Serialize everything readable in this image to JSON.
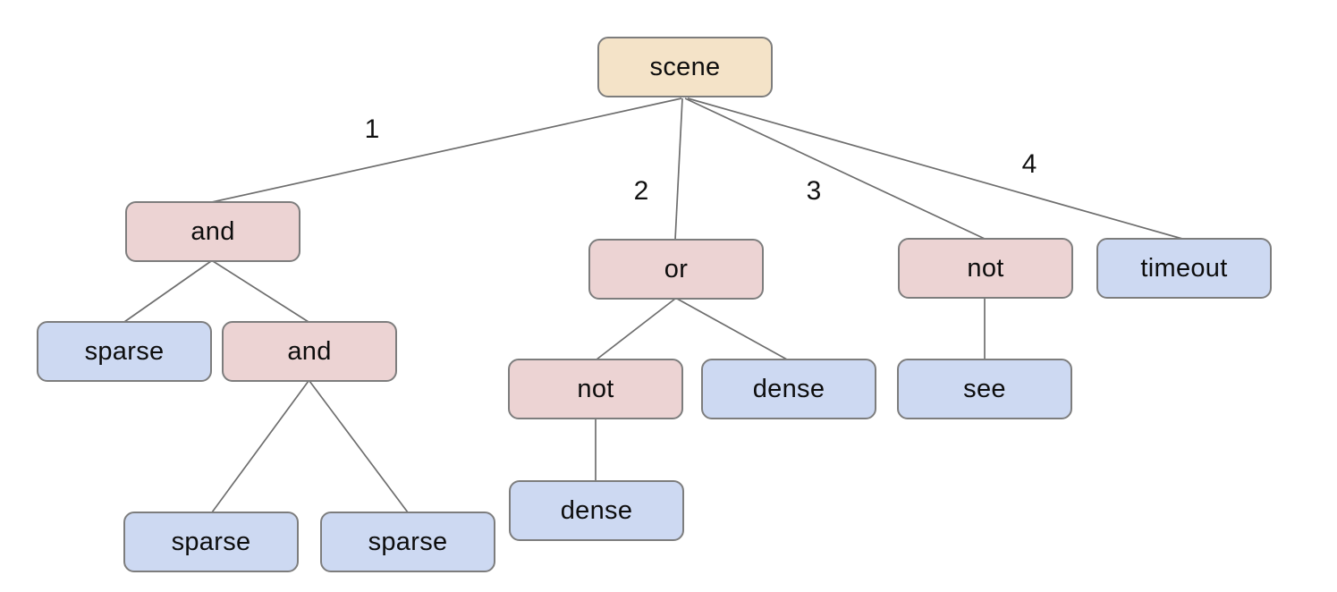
{
  "diagram": {
    "type": "tree",
    "description": "Behavior/parse tree rooted at scene with numbered branches",
    "colors": {
      "root_fill": "#f4e3c8",
      "operator_fill": "#ecd3d3",
      "leaf_fill": "#cdd9f2",
      "node_border": "#7d7d7d",
      "edge_stroke": "#6e6e6e",
      "text": "#0d0d0d",
      "background": "#ffffff"
    },
    "nodes": [
      {
        "id": "scene",
        "label": "scene",
        "kind": "root"
      },
      {
        "id": "and-1",
        "label": "and",
        "kind": "operator"
      },
      {
        "id": "or-1",
        "label": "or",
        "kind": "operator"
      },
      {
        "id": "not-1",
        "label": "not",
        "kind": "operator"
      },
      {
        "id": "timeout",
        "label": "timeout",
        "kind": "leaf"
      },
      {
        "id": "sparse-1",
        "label": "sparse",
        "kind": "leaf"
      },
      {
        "id": "and-2",
        "label": "and",
        "kind": "operator"
      },
      {
        "id": "sparse-2",
        "label": "sparse",
        "kind": "leaf"
      },
      {
        "id": "sparse-3",
        "label": "sparse",
        "kind": "leaf"
      },
      {
        "id": "not-2",
        "label": "not",
        "kind": "operator"
      },
      {
        "id": "dense-1",
        "label": "dense",
        "kind": "leaf"
      },
      {
        "id": "dense-2",
        "label": "dense",
        "kind": "leaf"
      },
      {
        "id": "see",
        "label": "see",
        "kind": "leaf"
      }
    ],
    "edges": [
      {
        "from": "scene",
        "to": "and-1",
        "label": "1"
      },
      {
        "from": "scene",
        "to": "or-1",
        "label": "2"
      },
      {
        "from": "scene",
        "to": "not-1",
        "label": "3"
      },
      {
        "from": "scene",
        "to": "timeout",
        "label": "4"
      },
      {
        "from": "and-1",
        "to": "sparse-1",
        "label": ""
      },
      {
        "from": "and-1",
        "to": "and-2",
        "label": ""
      },
      {
        "from": "and-2",
        "to": "sparse-2",
        "label": ""
      },
      {
        "from": "and-2",
        "to": "sparse-3",
        "label": ""
      },
      {
        "from": "or-1",
        "to": "not-2",
        "label": ""
      },
      {
        "from": "or-1",
        "to": "dense-1",
        "label": ""
      },
      {
        "from": "not-2",
        "to": "dense-2",
        "label": ""
      },
      {
        "from": "not-1",
        "to": "see",
        "label": ""
      }
    ]
  }
}
